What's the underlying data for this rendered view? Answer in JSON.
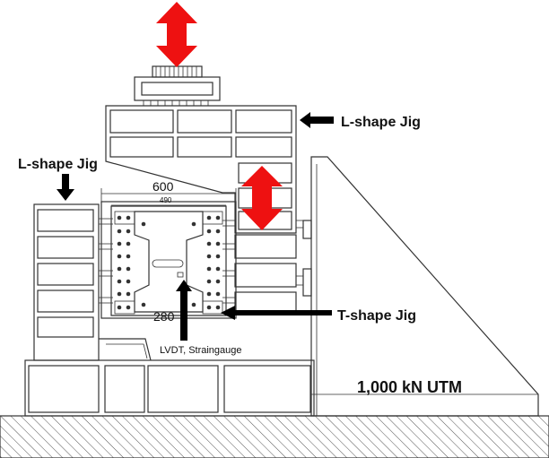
{
  "labels": {
    "l_jig_top": "L-shape Jig",
    "l_jig_left": "L-shape Jig",
    "t_jig": "T-shape Jig",
    "sensor": "LVDT, Straingauge",
    "utm": "1,000 kN UTM"
  },
  "dimensions": {
    "outer_width": "600",
    "inner_width": "490",
    "bottom_width": "280"
  },
  "colors": {
    "load_arrow": "#ee1111",
    "pointer_arrow": "#000000",
    "outline": "#333333",
    "hatch": "#555555"
  },
  "icons": {
    "load_arrow_top": "double-headed-vertical-red-arrow",
    "load_arrow_mid": "double-headed-vertical-red-arrow",
    "pointer_arrows": "black-filled-arrow"
  }
}
